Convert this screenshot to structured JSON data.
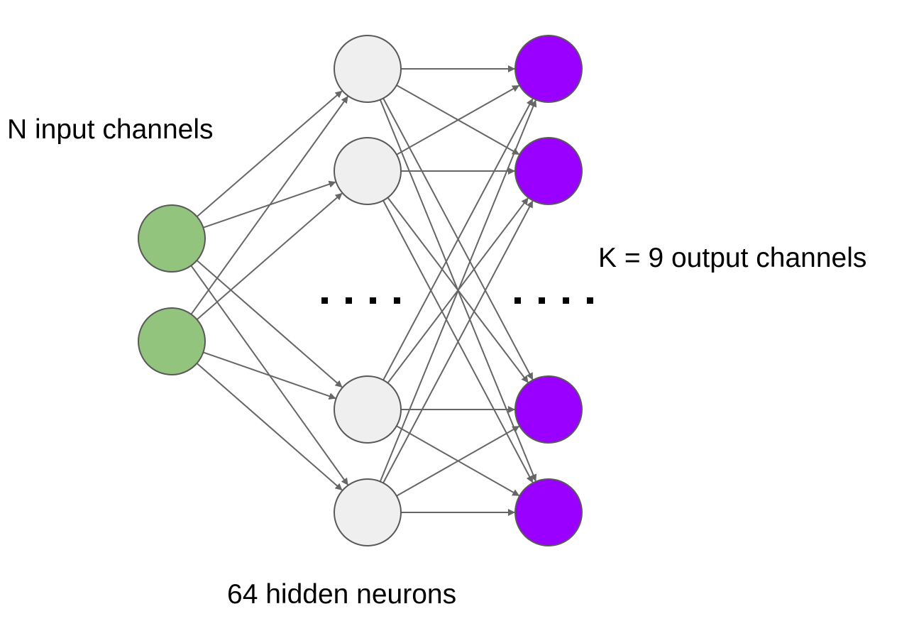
{
  "labels": {
    "input": "N input channels",
    "output": "K = 9 output channels",
    "hidden": "64 hidden neurons"
  },
  "layers": {
    "input": {
      "visible_nodes": 2,
      "color": "#93c47d"
    },
    "hidden": {
      "visible_nodes": 4,
      "color": "#efefef",
      "ellipsis": true
    },
    "output": {
      "visible_nodes": 4,
      "color": "#9900ff",
      "ellipsis": true
    }
  },
  "colors": {
    "edge": "#666666",
    "node_stroke": "#595959",
    "ellipsis": "#000000"
  }
}
